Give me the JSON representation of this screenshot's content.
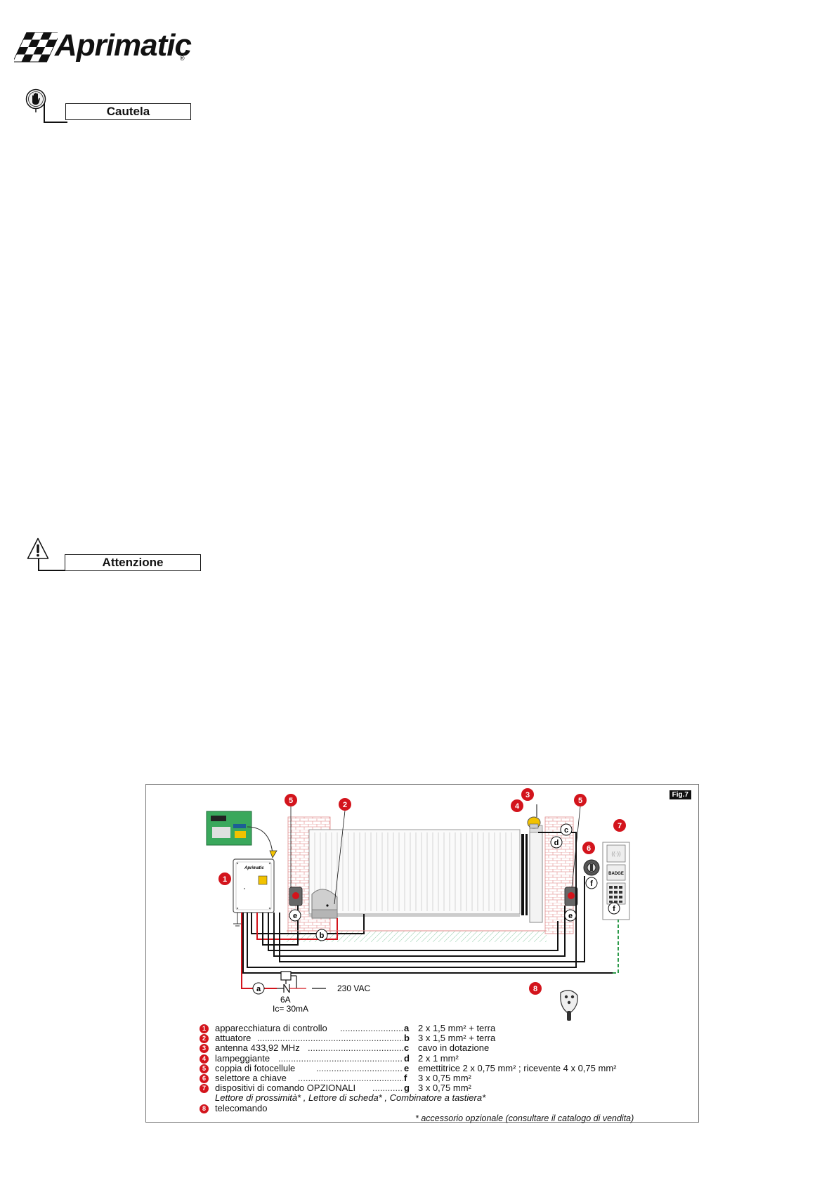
{
  "header": {
    "brand": "Aprimatic",
    "registered": "®"
  },
  "notices": [
    {
      "label": "Cautela",
      "icon": "hand-stop-icon"
    },
    {
      "label": "Attenzione",
      "icon": "warning-triangle-icon"
    }
  ],
  "figure": {
    "label": "Fig.7",
    "callouts": [
      "1",
      "2",
      "3",
      "4",
      "5",
      "5",
      "6",
      "7",
      "8"
    ],
    "cable_letters": [
      "a",
      "b",
      "c",
      "d",
      "e",
      "e",
      "f",
      "f"
    ],
    "power": {
      "breaker": "6A",
      "residual": "Ic= 30mA",
      "supply": "230 VAC"
    },
    "control_box_brand": "Aprimatic",
    "keypad_label": "BADGE",
    "legend": [
      {
        "num": "1",
        "name": "apparecchiatura di controllo",
        "code": "a",
        "cable": "2 x 1,5 mm² + terra"
      },
      {
        "num": "2",
        "name": "attuatore",
        "code": "b",
        "cable": "3 x 1,5 mm² + terra"
      },
      {
        "num": "3",
        "name": "antenna 433,92 MHz",
        "code": "c",
        "cable": "cavo in dotazione"
      },
      {
        "num": "4",
        "name": "lampeggiante",
        "code": "d",
        "cable": "2 x 1 mm²"
      },
      {
        "num": "5",
        "name": "coppia di fotocellule",
        "code": "e",
        "cable": "emettitrice 2 x 0,75 mm² ; ricevente 4 x 0,75 mm²"
      },
      {
        "num": "6",
        "name": "selettore a chiave",
        "code": "f",
        "cable": "3 x 0,75 mm²"
      },
      {
        "num": "7",
        "name": "dispositivi di comando OPZIONALI",
        "code": "g",
        "cable": "3 x 0,75 mm²"
      },
      {
        "num": "",
        "name": "Lettore di prossimità* , Lettore di scheda* , Combinatore a tastiera*",
        "code": "",
        "cable": ""
      },
      {
        "num": "8",
        "name": "telecomando",
        "code": "",
        "cable": ""
      }
    ],
    "note": "* accessorio opzionale (consultare il catalogo di vendita)"
  },
  "colors": {
    "callout_red": "#d3141c",
    "wire_red": "#d3141c",
    "wire_black": "#111111",
    "wire_green": "#2e9b4b",
    "lamp_yellow": "#f2c200"
  }
}
